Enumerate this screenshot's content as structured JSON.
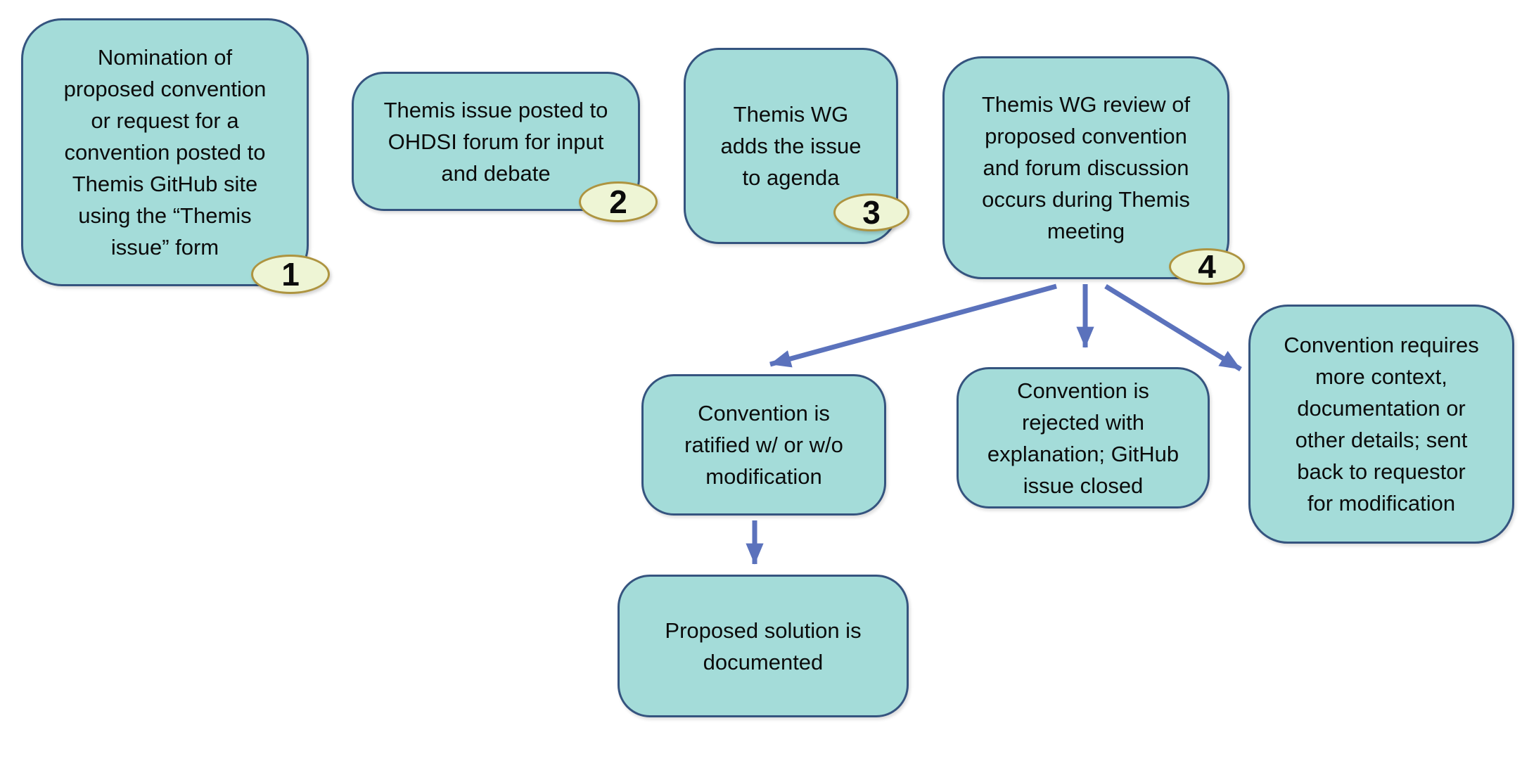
{
  "colors": {
    "node_fill": "#A4DCD9",
    "node_border": "#35547F",
    "arrow": "#5B72BC",
    "badge_fill": "#EEF5D5",
    "badge_border": "#AE9440",
    "text": "#0B0B0B"
  },
  "nodes": {
    "nomination": {
      "text": "Nomination of\nproposed convention\nor request for a\nconvention posted to\nThemis GitHub site\nusing the “Themis\nissue” form",
      "badge": "1"
    },
    "forum_post": {
      "text": "Themis issue posted to\nOHDSI forum for input\nand debate",
      "badge": "2"
    },
    "add_to_agenda": {
      "text": "Themis WG\nadds the issue\nto agenda",
      "badge": "3"
    },
    "wg_review": {
      "text": "Themis WG review of\nproposed convention\nand forum discussion\noccurs during Themis\nmeeting",
      "badge": "4"
    },
    "ratified": {
      "text": "Convention is\nratified w/ or w/o\nmodification"
    },
    "rejected": {
      "text": "Convention is\nrejected with\nexplanation; GitHub\nissue closed"
    },
    "needs_more_context": {
      "text": "Convention requires\nmore context,\ndocumentation or\nother details; sent\nback to requestor\nfor modification"
    },
    "documented": {
      "text": "Proposed solution is\ndocumented"
    }
  }
}
